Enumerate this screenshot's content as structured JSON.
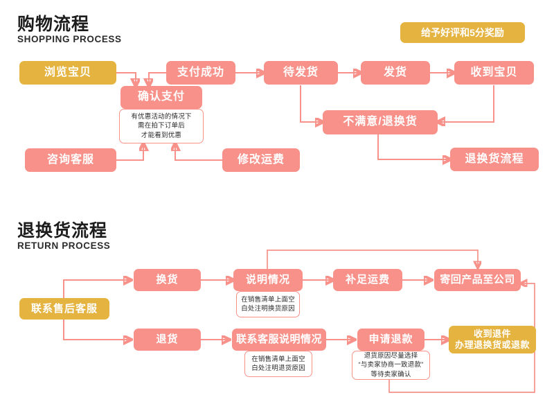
{
  "colors": {
    "pink": "#f79189",
    "gold": "#e5b33f",
    "text_dark": "#1c1c1c",
    "note_text": "#2a2a2a",
    "background": "#ffffff"
  },
  "sections": [
    {
      "id": "shopping",
      "title_cn": "购物流程",
      "title_en": "SHOPPING PROCESS"
    },
    {
      "id": "return",
      "title_cn": "退换货流程",
      "title_en": "RETURN PROCESS"
    }
  ],
  "shopping": {
    "nodes": {
      "browse": "浏览宝贝",
      "confirm_pay": "确认支付",
      "pay_success": "支付成功",
      "await_ship": "待发货",
      "shipped": "发货",
      "received": "收到宝贝",
      "reward": "给予好评和5分奖励",
      "consult": "咨询客服",
      "modify_freight": "修改运费",
      "dissatisfied": "不满意/退换货",
      "return_flow": "退换货流程"
    },
    "notes": {
      "confirm_pay_note": [
        "有优惠活动的情况下",
        "需在拍下订单后",
        "才能看到优惠"
      ]
    }
  },
  "return": {
    "nodes": {
      "contact_service": "联系售后客服",
      "exchange": "换货",
      "explain": "说明情况",
      "pay_freight": "补足运费",
      "send_back": "寄回产品至公司",
      "refund_return": "退货",
      "contact_explain": "联系客服说明情况",
      "apply_refund": "申请退款",
      "received_parcel_line1": "收到退件",
      "received_parcel_line2": "办理退换货或退款"
    },
    "notes": {
      "exchange_note": [
        "在销售清单上面空",
        "白处注明换货原因"
      ],
      "return_note": [
        "在销售清单上面空",
        "白处注明退货原因"
      ],
      "refund_note": [
        "退货原因尽量选择",
        "“与卖家协商一致退款”",
        "等待卖家确认"
      ]
    }
  }
}
